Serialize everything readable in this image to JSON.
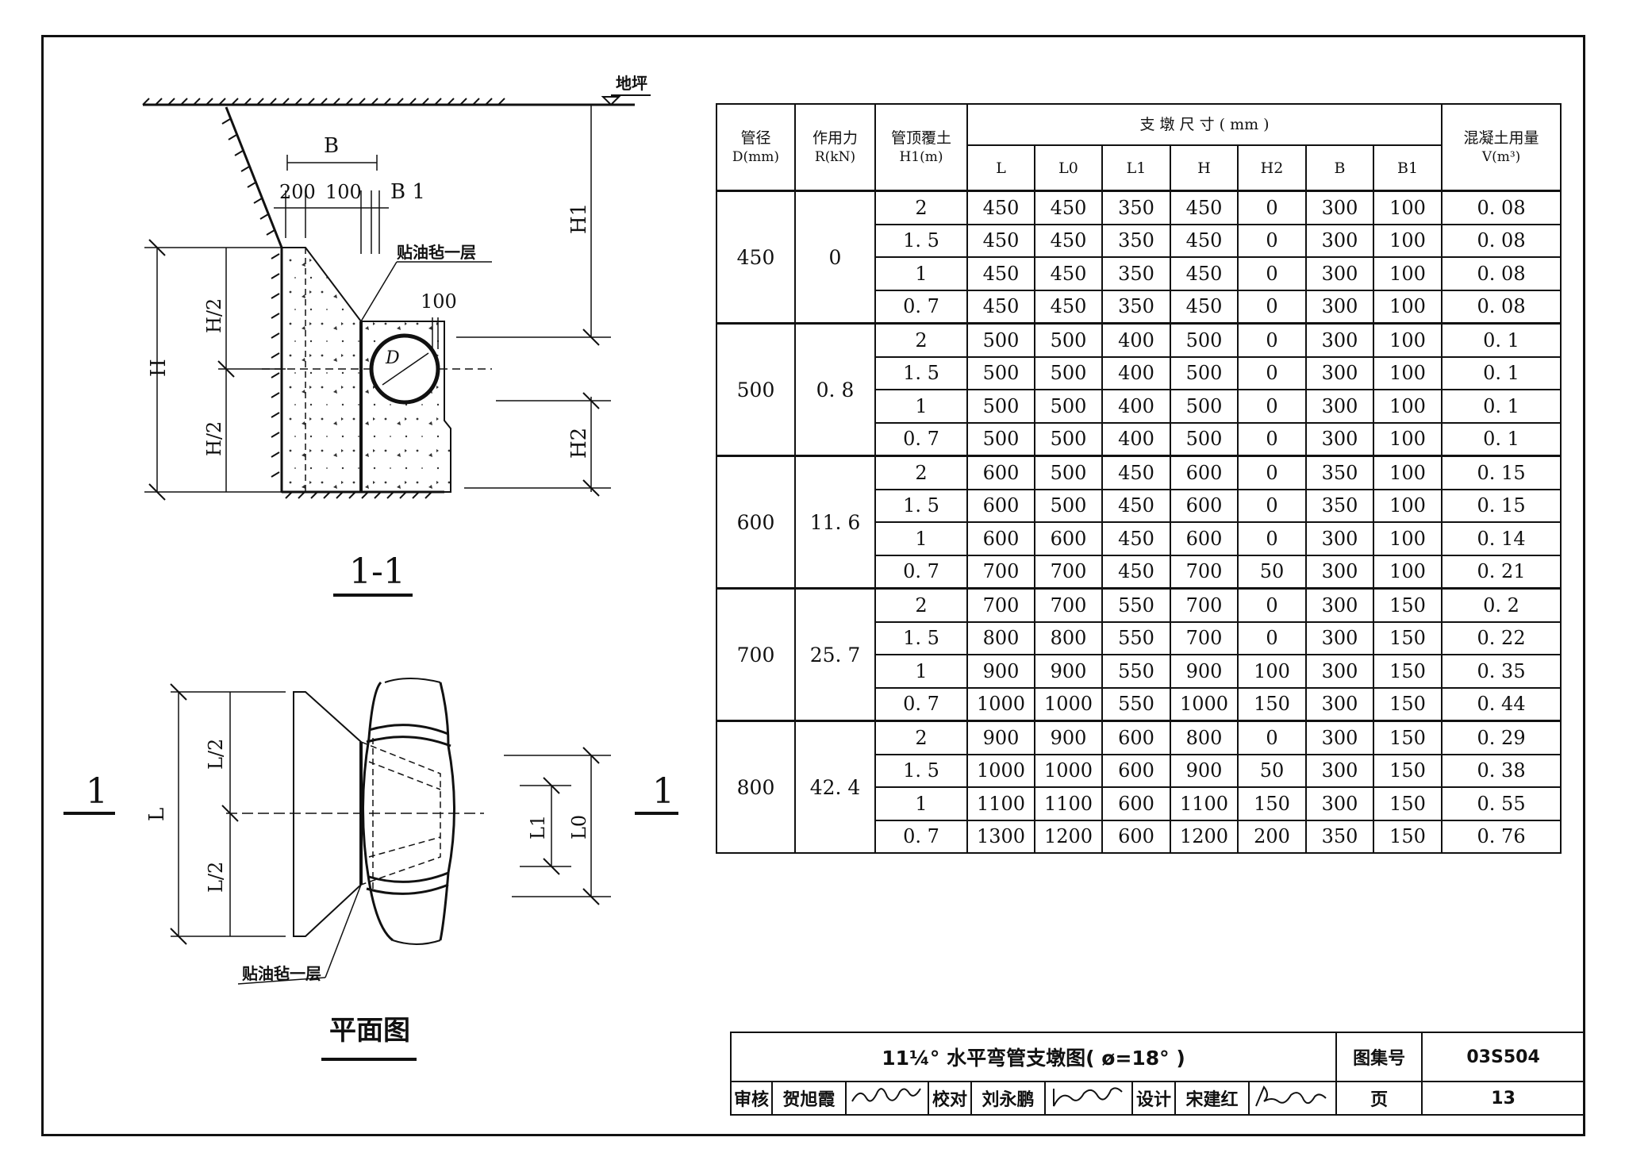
{
  "labels": {
    "ground": "地坪",
    "section_title": "1-1",
    "plan_title": "平面图",
    "felt_note": "贴油毡一层",
    "cut_mark": "1",
    "dim_B": "B",
    "dim_200": "200",
    "dim_100a": "100",
    "dim_B1": "B 1",
    "dim_100b": "100",
    "dim_H": "H",
    "dim_H2_half": "H/2",
    "dim_H1": "H1",
    "dim_H2": "H2",
    "pipe_D": "D",
    "dim_L": "L",
    "dim_L2": "L/2",
    "dim_L1": "L1",
    "dim_L0": "L0"
  },
  "table": {
    "headers": {
      "diameter": "管径",
      "diameter_unit": "D(mm)",
      "force": "作用力",
      "force_unit": "R(kN)",
      "cover": "管顶覆土",
      "cover_unit": "H1(m)",
      "dims": "支 墩 尺 寸 ( mm )",
      "concrete": "混凝土用量",
      "concrete_unit": "V(m³)",
      "L": "L",
      "L0": "L0",
      "L1": "L1",
      "H": "H",
      "H2": "H2",
      "B": "B",
      "B1": "B1"
    },
    "groups": [
      {
        "D": "450",
        "R": "0",
        "rows": [
          [
            "2",
            "450",
            "450",
            "350",
            "450",
            "0",
            "300",
            "100",
            "0. 08"
          ],
          [
            "1. 5",
            "450",
            "450",
            "350",
            "450",
            "0",
            "300",
            "100",
            "0. 08"
          ],
          [
            "1",
            "450",
            "450",
            "350",
            "450",
            "0",
            "300",
            "100",
            "0. 08"
          ],
          [
            "0. 7",
            "450",
            "450",
            "350",
            "450",
            "0",
            "300",
            "100",
            "0. 08"
          ]
        ]
      },
      {
        "D": "500",
        "R": "0. 8",
        "rows": [
          [
            "2",
            "500",
            "500",
            "400",
            "500",
            "0",
            "300",
            "100",
            "0. 1"
          ],
          [
            "1. 5",
            "500",
            "500",
            "400",
            "500",
            "0",
            "300",
            "100",
            "0. 1"
          ],
          [
            "1",
            "500",
            "500",
            "400",
            "500",
            "0",
            "300",
            "100",
            "0. 1"
          ],
          [
            "0. 7",
            "500",
            "500",
            "400",
            "500",
            "0",
            "300",
            "100",
            "0. 1"
          ]
        ]
      },
      {
        "D": "600",
        "R": "11. 6",
        "rows": [
          [
            "2",
            "600",
            "500",
            "450",
            "600",
            "0",
            "350",
            "100",
            "0. 15"
          ],
          [
            "1. 5",
            "600",
            "500",
            "450",
            "600",
            "0",
            "350",
            "100",
            "0. 15"
          ],
          [
            "1",
            "600",
            "600",
            "450",
            "600",
            "0",
            "300",
            "100",
            "0. 14"
          ],
          [
            "0. 7",
            "700",
            "700",
            "450",
            "700",
            "50",
            "300",
            "100",
            "0. 21"
          ]
        ]
      },
      {
        "D": "700",
        "R": "25. 7",
        "rows": [
          [
            "2",
            "700",
            "700",
            "550",
            "700",
            "0",
            "300",
            "150",
            "0. 2"
          ],
          [
            "1. 5",
            "800",
            "800",
            "550",
            "700",
            "0",
            "300",
            "150",
            "0. 22"
          ],
          [
            "1",
            "900",
            "900",
            "550",
            "900",
            "100",
            "300",
            "150",
            "0. 35"
          ],
          [
            "0. 7",
            "1000",
            "1000",
            "550",
            "1000",
            "150",
            "300",
            "150",
            "0. 44"
          ]
        ]
      },
      {
        "D": "800",
        "R": "42. 4",
        "rows": [
          [
            "2",
            "900",
            "900",
            "600",
            "800",
            "0",
            "300",
            "150",
            "0. 29"
          ],
          [
            "1. 5",
            "1000",
            "1000",
            "600",
            "900",
            "50",
            "300",
            "150",
            "0. 38"
          ],
          [
            "1",
            "1100",
            "1100",
            "600",
            "1100",
            "150",
            "300",
            "150",
            "0. 55"
          ],
          [
            "0. 7",
            "1300",
            "1200",
            "600",
            "1200",
            "200",
            "350",
            "150",
            "0. 76"
          ]
        ]
      }
    ]
  },
  "title_block": {
    "title": "11¼° 水平弯管支墩图( ø=18° )",
    "atlas_label": "图集号",
    "atlas_no": "03S504",
    "review_label": "审核",
    "reviewer": "贺旭霞",
    "check_label": "校对",
    "checker": "刘永鹏",
    "design_label": "设计",
    "designer": "宋建红",
    "page_label": "页",
    "page_no": "13"
  }
}
